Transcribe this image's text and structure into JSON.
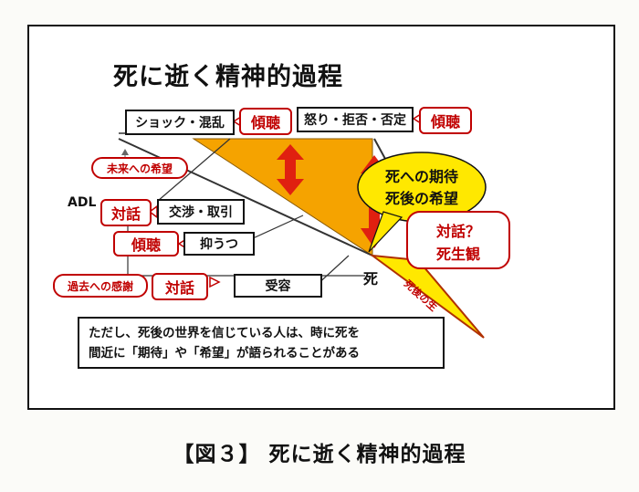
{
  "title": "死に逝く精神的過程",
  "stages": {
    "shock": "ショック・混乱",
    "anger": "怒り・拒否・否定",
    "bargaining": "交渉・取引",
    "depression": "抑うつ",
    "acceptance": "受容"
  },
  "labels": {
    "adl": "ADL",
    "death": "死",
    "life_after_death": "死後の生"
  },
  "callouts": {
    "listening_1": "傾聴",
    "listening_2": "傾聴",
    "listening_3": "傾聴",
    "dialogue_1": "対話",
    "dialogue_2": "対話",
    "hope_future": "未来への希望",
    "gratitude_past": "過去への感謝",
    "expectation_line1": "死への期待",
    "expectation_line2": "死後の希望",
    "dialogue_q_line1": "対話？",
    "dialogue_q_line2": "死生観"
  },
  "note": {
    "line1": "ただし、死後の世界を信じている人は、時に死を",
    "line2": "間近に「期待」や「希望」が語られることがある"
  },
  "caption": "【図３】 死に逝く精神的過程",
  "colors": {
    "triangle_fill": "#f5a300",
    "arrow_red": "#e02010",
    "yellow_bubble": "#ffe800",
    "callout_red_border": "#c00000"
  }
}
